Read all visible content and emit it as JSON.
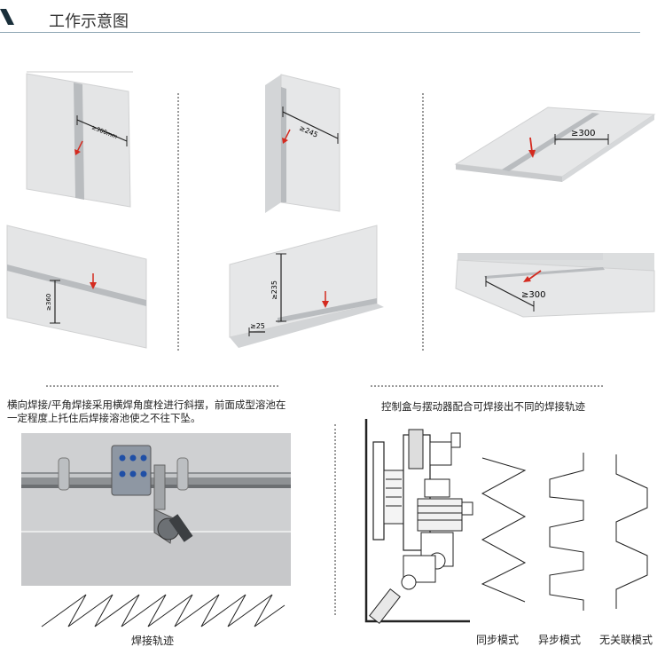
{
  "header": {
    "title": "工作示意图"
  },
  "panels": {
    "p1": {
      "label": "≥300mm"
    },
    "p2": {
      "label": "≥245"
    },
    "p3": {
      "label": "≥300"
    },
    "p4": {
      "label": "≥360"
    },
    "p5": {
      "label_v": "≥235",
      "label_h": "≥25"
    },
    "p6": {
      "label": "≥300"
    }
  },
  "left_section": {
    "caption": "横向焊接/平角焊接采用横焊角度栓进行斜摆，前面成型溶池在一定程度上托住后焊接溶池使之不往下坠。",
    "trajectory_label": "焊接轨迹"
  },
  "right_section": {
    "caption": "控制盒与摆动器配合可焊接出不同的焊接轨迹",
    "modes": [
      "同步模式",
      "异步模式",
      "无关联模式"
    ]
  },
  "colors": {
    "accent": "#1a2f3a",
    "arrow": "#d42a1f",
    "plate": "#e4e5e6",
    "seam": "#b5b8bb"
  }
}
